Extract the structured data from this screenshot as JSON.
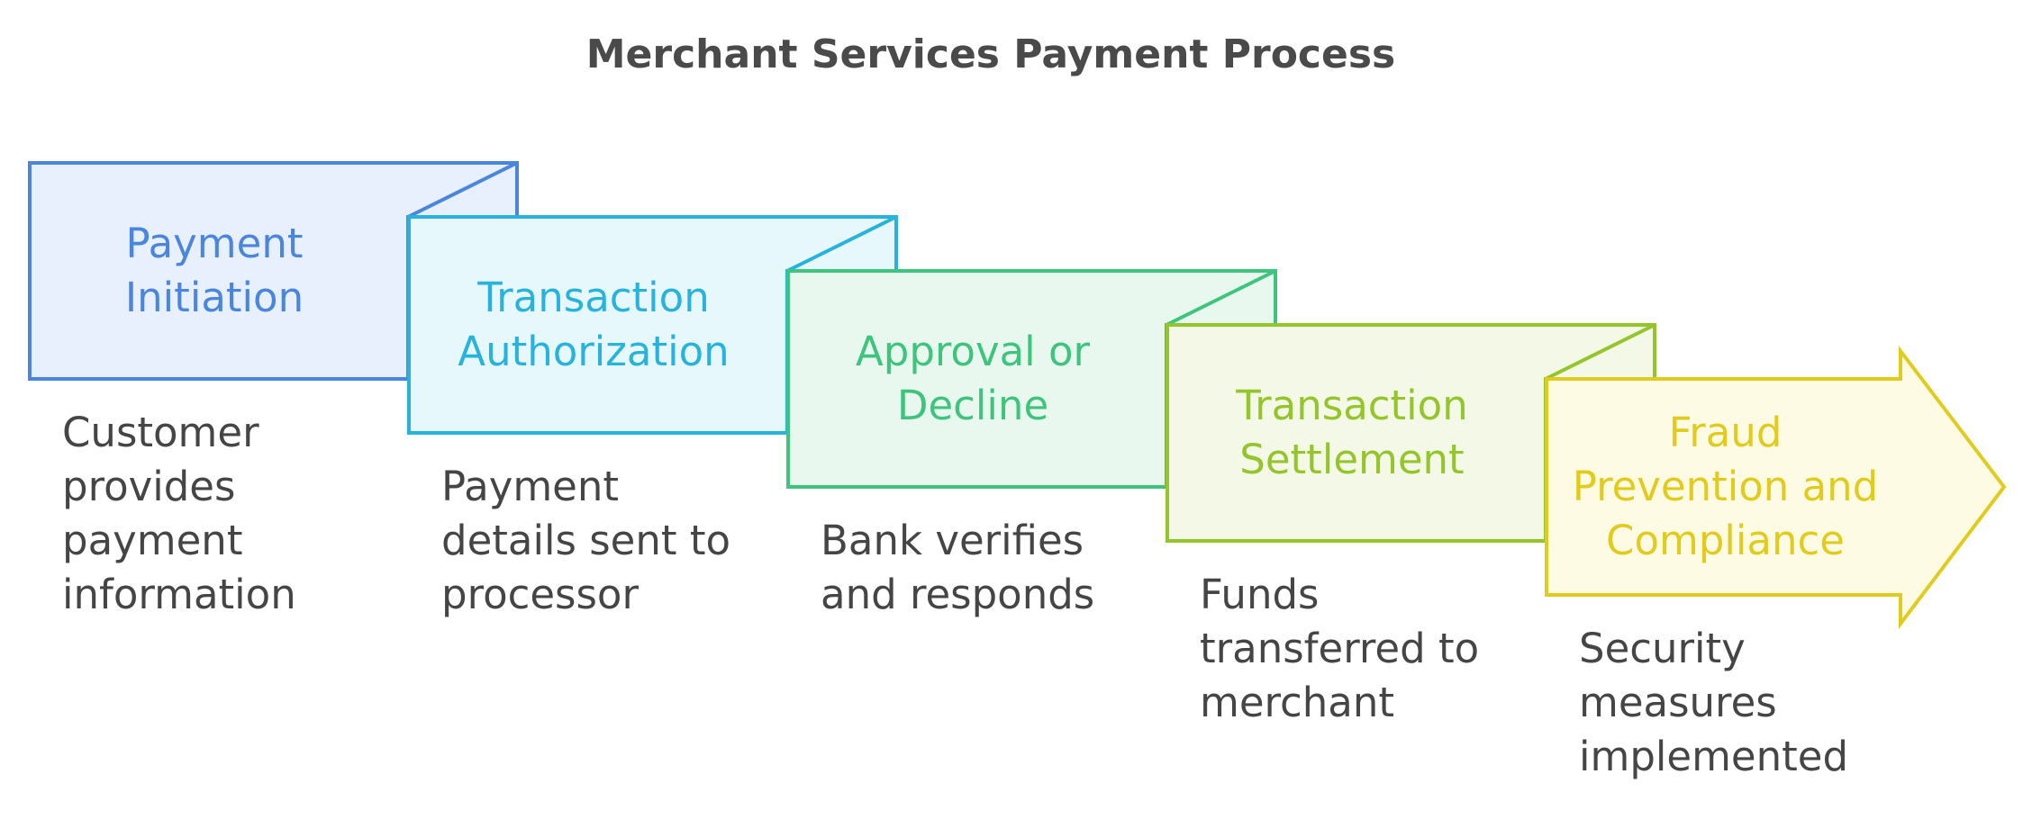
{
  "title": "Merchant Services Payment Process",
  "steps": [
    {
      "label_lines": [
        "Payment",
        "Initiation"
      ],
      "description_lines": [
        "Customer",
        "provides",
        "payment",
        "information"
      ],
      "stroke": "#4a86dd",
      "fill": "#e7f0fc",
      "text_color": "#4a86dd"
    },
    {
      "label_lines": [
        "Transaction",
        "Authorization"
      ],
      "description_lines": [
        "Payment",
        "details sent to",
        "processor"
      ],
      "stroke": "#28b3dc",
      "fill": "#e6f8fc",
      "text_color": "#28b3dc"
    },
    {
      "label_lines": [
        "Approval or",
        "Decline"
      ],
      "description_lines": [
        "Bank verifies",
        "and responds"
      ],
      "stroke": "#3ec47c",
      "fill": "#e9f8ef",
      "text_color": "#3ec47c"
    },
    {
      "label_lines": [
        "Transaction",
        "Settlement"
      ],
      "description_lines": [
        "Funds",
        "transferred to",
        "merchant"
      ],
      "stroke": "#94c52b",
      "fill": "#f3f9e6",
      "text_color": "#94c52b"
    },
    {
      "label_lines": [
        "Fraud",
        "Prevention and",
        "Compliance"
      ],
      "description_lines": [
        "Security",
        "measures",
        "implemented"
      ],
      "stroke": "#e1cc1e",
      "fill": "#fdfbe4",
      "text_color": "#e1cc1e"
    }
  ]
}
